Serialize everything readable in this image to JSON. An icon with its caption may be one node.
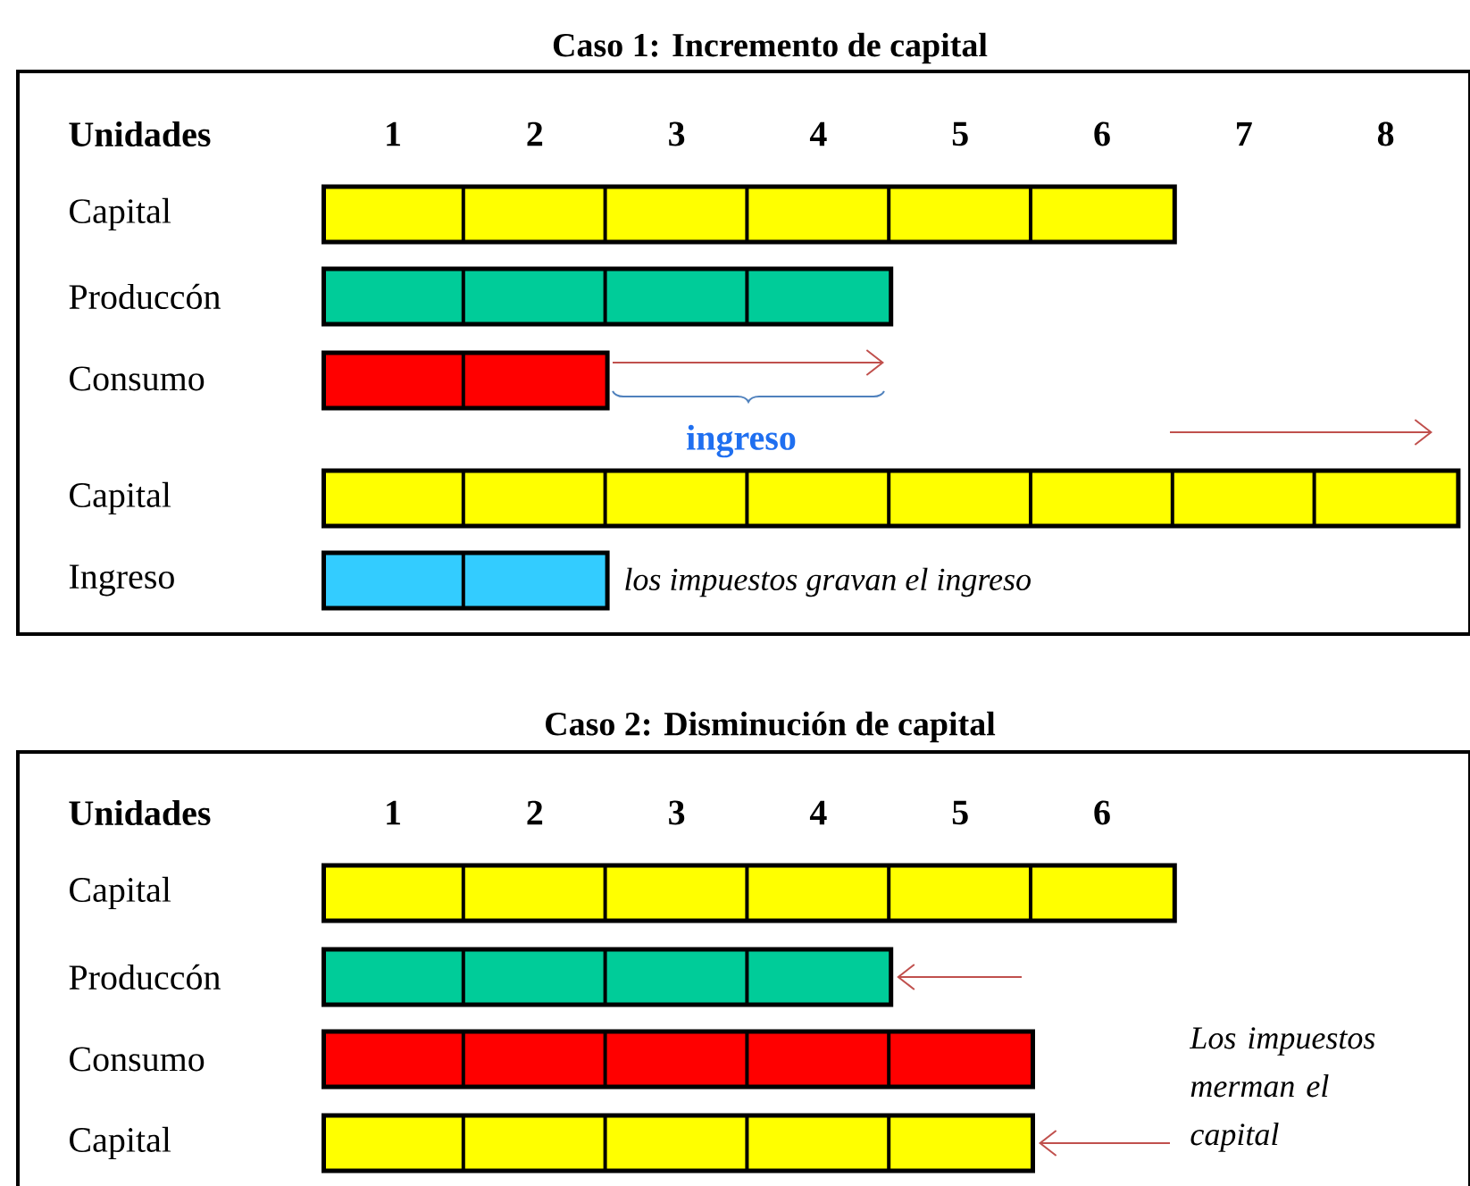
{
  "diagram": {
    "nodes": [
      {
        "text": [
          "Caso 1: Incremento de capital"
        ]
      },
      {
        "text": [],
        "shape": "bar",
        "in": 0
      },
      {
        "text": [],
        "shape": "bar",
        "in": 0
      },
      {
        "text": [],
        "shape": "bar",
        "in": 0
      },
      {
        "text": [],
        "shape": "bar",
        "in": 0
      },
      {
        "text": [],
        "shape": "bar",
        "in": 0
      },
      {
        "text": [
          "Caso 2: Disminución de capital"
        ]
      },
      {
        "text": [],
        "shape": "bar",
        "in": 6
      },
      {
        "text": [],
        "shape": "bar",
        "in": 6
      },
      {
        "text": [],
        "shape": "bar",
        "in": 6
      },
      {
        "text": [],
        "shape": "bar",
        "in": 6
      }
    ],
    "edges": [
      {
        "from": null,
        "to": 8,
        "arrow": "to"
      },
      {
        "from": null,
        "to": 10,
        "arrow": "to"
      }
    ],
    "labels": [
      "Unidades",
      "1",
      "2",
      "3",
      "4",
      "5",
      "6",
      "7",
      "8",
      "Capital",
      "Produccón",
      "Consumo",
      "ingreso",
      "Capital",
      "Ingreso",
      "los impuestos gravan el ingreso",
      "Unidades",
      "1",
      "2",
      "3",
      "4",
      "5",
      "6",
      "Capital",
      "Produccón",
      "Consumo",
      "Capital",
      "Los impuestos merman el capital"
    ]
  }
}
